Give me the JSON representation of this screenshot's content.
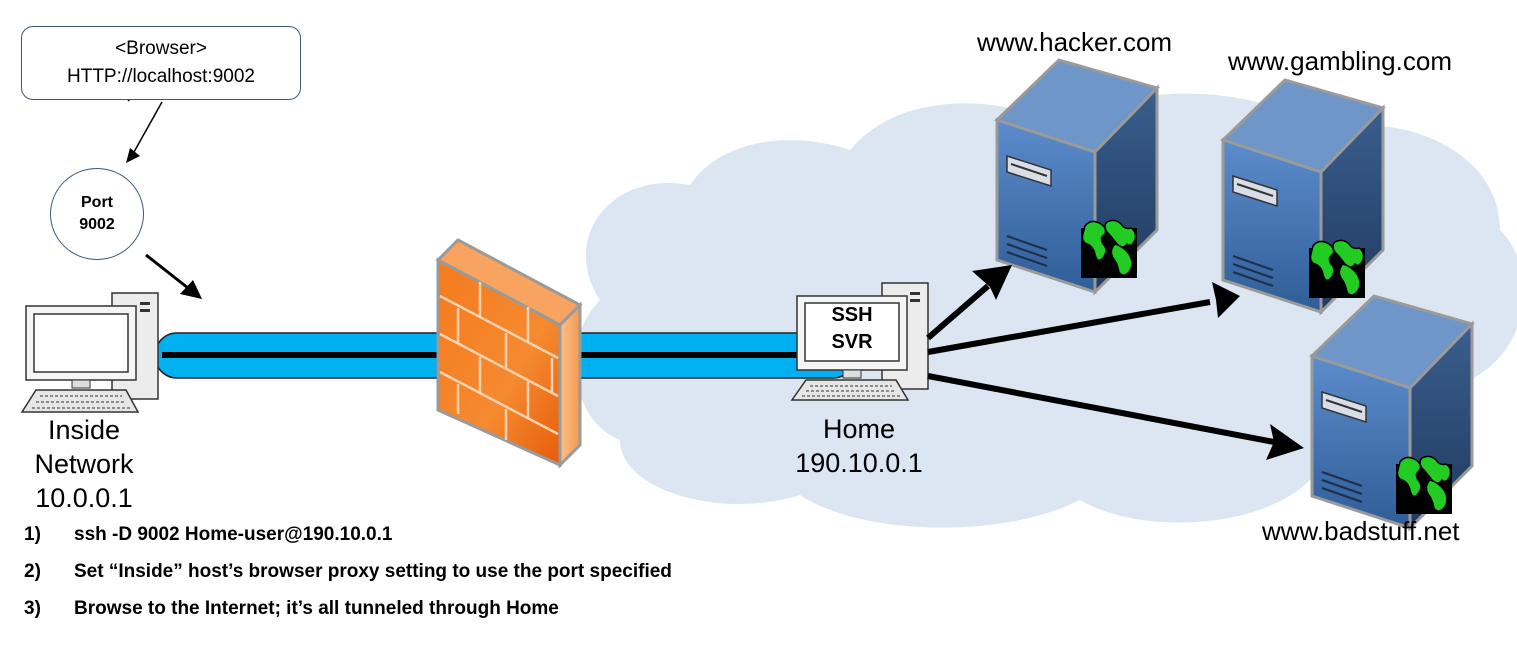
{
  "browser": {
    "title": "<Browser>",
    "url": "HTTP://localhost:9002"
  },
  "port": {
    "line1": "Port",
    "line2": "9002"
  },
  "inside": {
    "line1": "Inside",
    "line2": "Network",
    "ip": "10.0.0.1"
  },
  "home": {
    "name": "Home",
    "ip": "190.10.0.1",
    "screen_line1": "SSH",
    "screen_line2": "SVR"
  },
  "sites": {
    "hacker": "www.hacker.com",
    "gambling": "www.gambling.com",
    "badstuff": "www.badstuff.net"
  },
  "steps": [
    {
      "num": "1)",
      "text": "ssh -D 9002 Home-user@190.10.0.1"
    },
    {
      "num": "2)",
      "text": "Set “Inside” host’s browser proxy setting to use the port specified"
    },
    {
      "num": "3)",
      "text": "Browse to the Internet; it’s all tunneled through Home"
    }
  ],
  "icons": [
    "cloud-icon",
    "firewall-icon",
    "desktop-computer-icon",
    "server-icon",
    "globe-icon",
    "arrow-icon"
  ],
  "colors": {
    "tunnel": "#00b0f0",
    "cloud": "#dce6f2",
    "firewall": "#f47b20",
    "server": "#3f6fa8",
    "globe": "#22cc22"
  }
}
